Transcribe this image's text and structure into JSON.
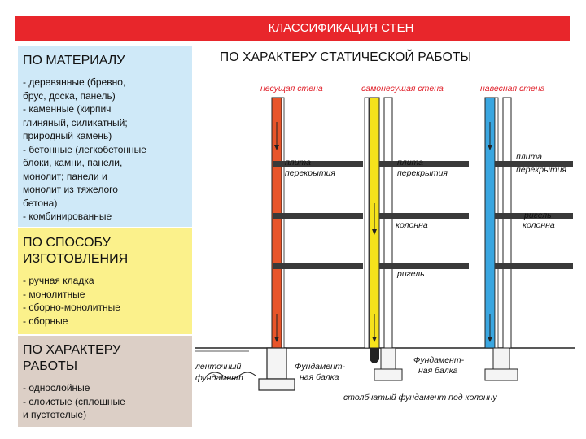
{
  "header": {
    "title": "КЛАССИФИКАЦИЯ СТЕН"
  },
  "material": {
    "heading": "ПО МАТЕРИАЛУ",
    "items": "- деревянные (бревно,\n   брус, доска, панель)\n- каменные (кирпич\n   глиняный, силикатный;\n   природный камень)\n- бетонные (легкобетонные\n   блоки, камни, панели,\n   монолит; панели и\n   монолит из тяжелого\n   бетона)\n- комбинированные"
  },
  "manufacturing": {
    "heading": "ПО СПОСОБУ\nИЗГОТОВЛЕНИЯ",
    "items": "- ручная кладка\n- монолитные\n- сборно-монолитные\n- сборные"
  },
  "work": {
    "heading": "ПО ХАРАКТЕРУ\nРАБОТЫ",
    "items": "- однослойные\n- слоистые (сплошные\n   и пустотелые)"
  },
  "diagram": {
    "title": "ПО ХАРАКТЕРУ СТАТИЧЕСКОЙ РАБОТЫ",
    "wall_types": [
      "несущая стена",
      "самонесущая стена",
      "навесная стена"
    ],
    "labels": {
      "slab1_a": "плита",
      "slab1_b": "перекрытия",
      "slab2_a": "плита",
      "slab2_b": "перекрытия",
      "slab3_a": "плита",
      "slab3_b": "перекрытия",
      "column": "колонна",
      "beam1_a": "ригель",
      "beam1_b": "колонна",
      "beam2": "ригель",
      "strip_a": "ленточный",
      "strip_b": "фундамент",
      "fbeam1_a": "Фундамент-",
      "fbeam1_b": "ная балка",
      "fbeam2_a": "Фундамент-",
      "fbeam2_b": "ная балка",
      "column_foundation": "столбчатый фундамент под колонну"
    },
    "colors": {
      "bearing": "#e8552a",
      "self_bearing": "#f5e21c",
      "curtain": "#3aa6e0",
      "accent": "#e0202a"
    }
  }
}
